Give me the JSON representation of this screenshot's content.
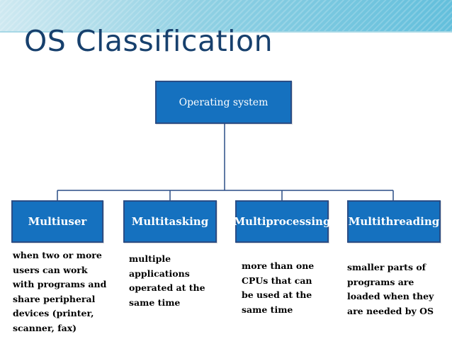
{
  "slide": {
    "title": "OS Classification"
  },
  "diagram": {
    "root": {
      "label": "Operating system"
    },
    "children": [
      {
        "label": "Multiuser",
        "description_lines": [
          "when two or more",
          "users can work",
          "with programs and",
          "share peripheral",
          "devices (printer,",
          "scanner, fax)"
        ]
      },
      {
        "label": "Multitasking",
        "description_lines": [
          "multiple",
          "applications",
          "operated at the",
          "same time"
        ]
      },
      {
        "label": "Multiprocessing",
        "description_lines": [
          "more than one",
          "CPUs that can",
          "be used at the",
          "same time"
        ]
      },
      {
        "label": "Multithreading",
        "description_lines": [
          "smaller parts of",
          "programs are",
          "loaded when they",
          "are needed by OS"
        ]
      }
    ]
  },
  "colors": {
    "title": "#17406d",
    "box_fill": "#1571bf",
    "box_border": "#2a4d86",
    "connector": "#2a4d86",
    "header_band": "#63bfdc"
  }
}
